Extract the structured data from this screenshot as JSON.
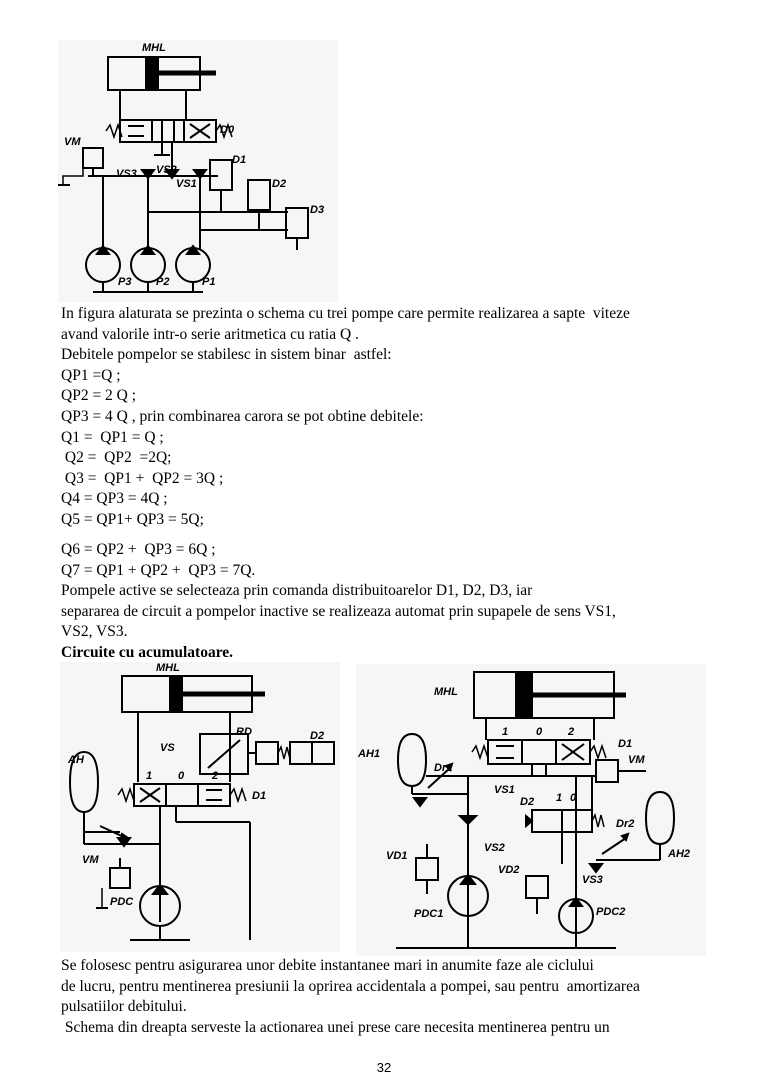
{
  "figures": {
    "fig1": {
      "labels": {
        "cyl": "MHL",
        "do": "D0",
        "vm": "VM",
        "vs3": "VS3",
        "vs2": "VS2",
        "vs1": "VS1",
        "d1": "D1",
        "d2": "D2",
        "d3": "D3",
        "p3": "P3",
        "p2": "P2",
        "p1": "P1"
      }
    },
    "fig2": {
      "labels": {
        "cyl": "MHL",
        "vs": "VS",
        "rd": "RD",
        "d2": "D2",
        "ah": "AH",
        "one": "1",
        "zero": "0",
        "two": "2",
        "d1": "D1",
        "vm": "VM",
        "pdc": "PDC"
      }
    },
    "fig3": {
      "labels": {
        "cyl": "MHL",
        "ah1": "AH1",
        "one": "1",
        "zero": "0",
        "two": "2",
        "d1": "D1",
        "dr1": "Dr1",
        "vs1": "VS1",
        "vm": "VM",
        "d2": "D2",
        "d2one": "1",
        "d2zero": "0",
        "dr2": "Dr2",
        "ah2": "AH2",
        "vd1": "VD1",
        "vs2": "VS2",
        "vd2": "VD2",
        "vs3": "VS3",
        "pdc1": "PDC1",
        "pdc2": "PDC2"
      }
    }
  },
  "text": {
    "p1": [
      "In figura alaturata se prezinta o schema cu trei pompe care permite realizarea a sapte  viteze",
      "avand valorile intr-o serie aritmetica cu ratia Q .",
      "Debitele pompelor se stabilesc in sistem binar  astfel:",
      "QP1 =Q ;",
      "QP2 = 2 Q ;",
      "QP3 = 4 Q , prin combinarea carora se pot obtine debitele:",
      "Q1 =  QP1 = Q ;",
      " Q2 =  QP2  =2Q;",
      " Q3 =  QP1 +  QP2 = 3Q ;",
      "Q4 = QP3 = 4Q ;",
      "Q5 = QP1+ QP3 = 5Q;"
    ],
    "p2": [
      "Q6 = QP2 +  QP3 = 6Q ;",
      "Q7 = QP1 + QP2 +  QP3 = 7Q.",
      "Pompele active se selecteaza prin comanda distribuitoarelor D1, D2, D3, iar",
      "separarea de circuit a pompelor inactive se realizeaza automat prin supapele de sens VS1,",
      "VS2, VS3."
    ],
    "heading": "Circuite cu acumulatoare.",
    "p3": [
      "Se folosesc pentru asigurarea unor debite instantanee mari in anumite faze ale ciclului",
      "de lucru, pentru mentinerea presiunii la oprirea accidentala a pompei, sau pentru  amortizarea",
      "pulsatiilor debitului.",
      " Schema din dreapta serveste la actionarea unei prese care necesita mentinerea pentru un"
    ]
  },
  "page_number": "32"
}
